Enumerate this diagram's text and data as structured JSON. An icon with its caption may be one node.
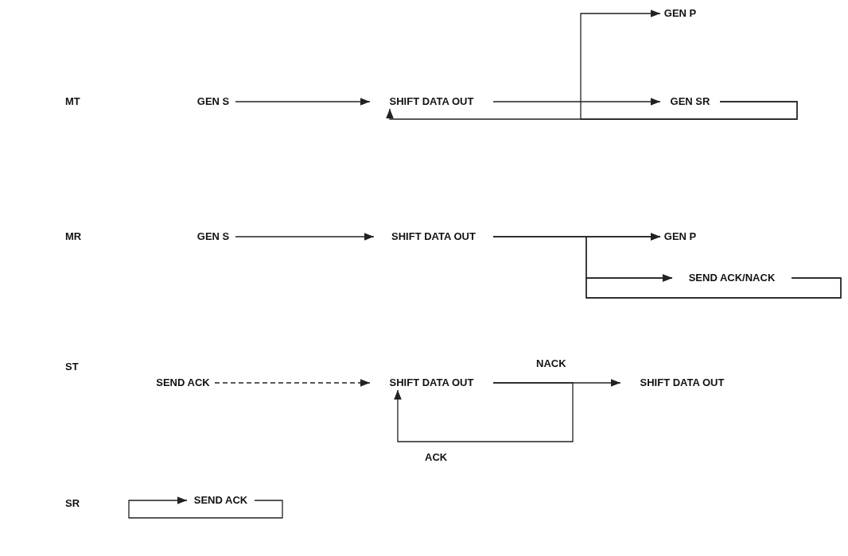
{
  "diagram": {
    "nodes": [
      {
        "text": [
          "GEN S"
        ]
      },
      {
        "text": [
          "SHIFT DATA OUT"
        ]
      },
      {
        "text": [
          "GEN P"
        ]
      },
      {
        "text": [
          "GEN SR"
        ]
      },
      {
        "text": [
          "GEN S"
        ]
      },
      {
        "text": [
          "SHIFT DATA OUT"
        ]
      },
      {
        "text": [
          "GEN P"
        ]
      },
      {
        "text": [
          "SEND ACK/NACK"
        ]
      },
      {
        "text": [
          "SEND ACK"
        ]
      },
      {
        "text": [
          "SHIFT DATA OUT"
        ]
      },
      {
        "text": [
          "SHIFT DATA OUT"
        ]
      },
      {
        "text": [
          "SEND ACK"
        ]
      }
    ],
    "edges": [
      {
        "from": 0,
        "to": 1,
        "arrow": "to"
      },
      {
        "from": 1,
        "to": 3,
        "arrow": "to"
      },
      {
        "from": 3,
        "to": 1,
        "arrow": "to"
      },
      {
        "from": 3,
        "to": 2,
        "arrow": "to"
      },
      {
        "from": 4,
        "to": 5,
        "arrow": "to"
      },
      {
        "from": 5,
        "to": 6,
        "arrow": "to"
      },
      {
        "from": 5,
        "to": 7,
        "arrow": "to"
      },
      {
        "from": 7,
        "to": 6,
        "arrow": "to"
      },
      {
        "from": 7,
        "to": 7,
        "arrow": "to"
      },
      {
        "from": 8,
        "to": 9,
        "arrow": "to",
        "style": "dashed"
      },
      {
        "from": 9,
        "to": 10,
        "arrow": "to",
        "label": "NACK"
      },
      {
        "from": 9,
        "to": 9,
        "arrow": "to",
        "label": "ACK"
      },
      {
        "from": 11,
        "to": 11,
        "arrow": "to"
      }
    ],
    "labels": [
      "MT",
      "MR",
      "ST",
      "SR"
    ]
  }
}
